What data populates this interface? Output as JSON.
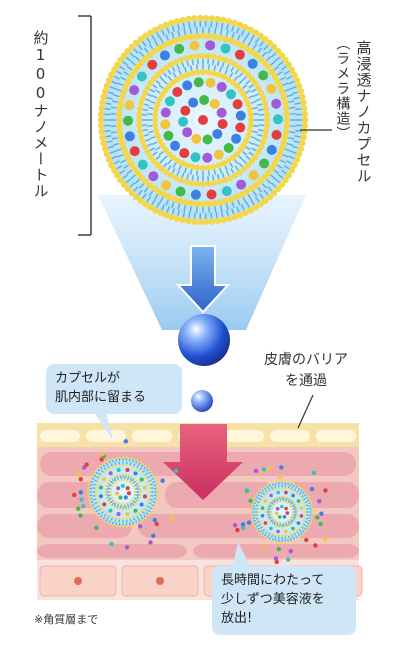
{
  "labels": {
    "size": "約100ナノメートル",
    "capsule_title": "高浸透ナノカプセル",
    "capsule_subtitle": "（ラメラ構造）",
    "barrier_line1": "皮膚のバリア",
    "barrier_line2": "を通過",
    "stay_line1": "カプセルが",
    "stay_line2": "肌内部に留まる",
    "release_line1": "長時間にわたって",
    "release_line2": "少しずつ美容液を",
    "release_line3": "放出!",
    "footnote": "※角質層まで"
  },
  "colors": {
    "lipid_head": "#f3d64a",
    "lipid_tail": "#59aee0",
    "core": "#bfe4f5",
    "beam": "#2f6fd1",
    "skin_upper": "#f6d9c6",
    "skin_layer": "#ecaab0",
    "skin_base": "#f7e3dd",
    "cell_dot": "#e46a55",
    "arrow_red": "#d63b69",
    "callout_bg": "#cfe6f7",
    "particles": [
      "#e33d3d",
      "#3d7fe3",
      "#43b94a",
      "#f2c43d",
      "#a35ad8",
      "#34c2c2"
    ]
  },
  "icons": {
    "capsule": "nanocapsule-icon",
    "droplet": "droplet-sphere-icon",
    "arrow": "down-arrow-icon"
  }
}
